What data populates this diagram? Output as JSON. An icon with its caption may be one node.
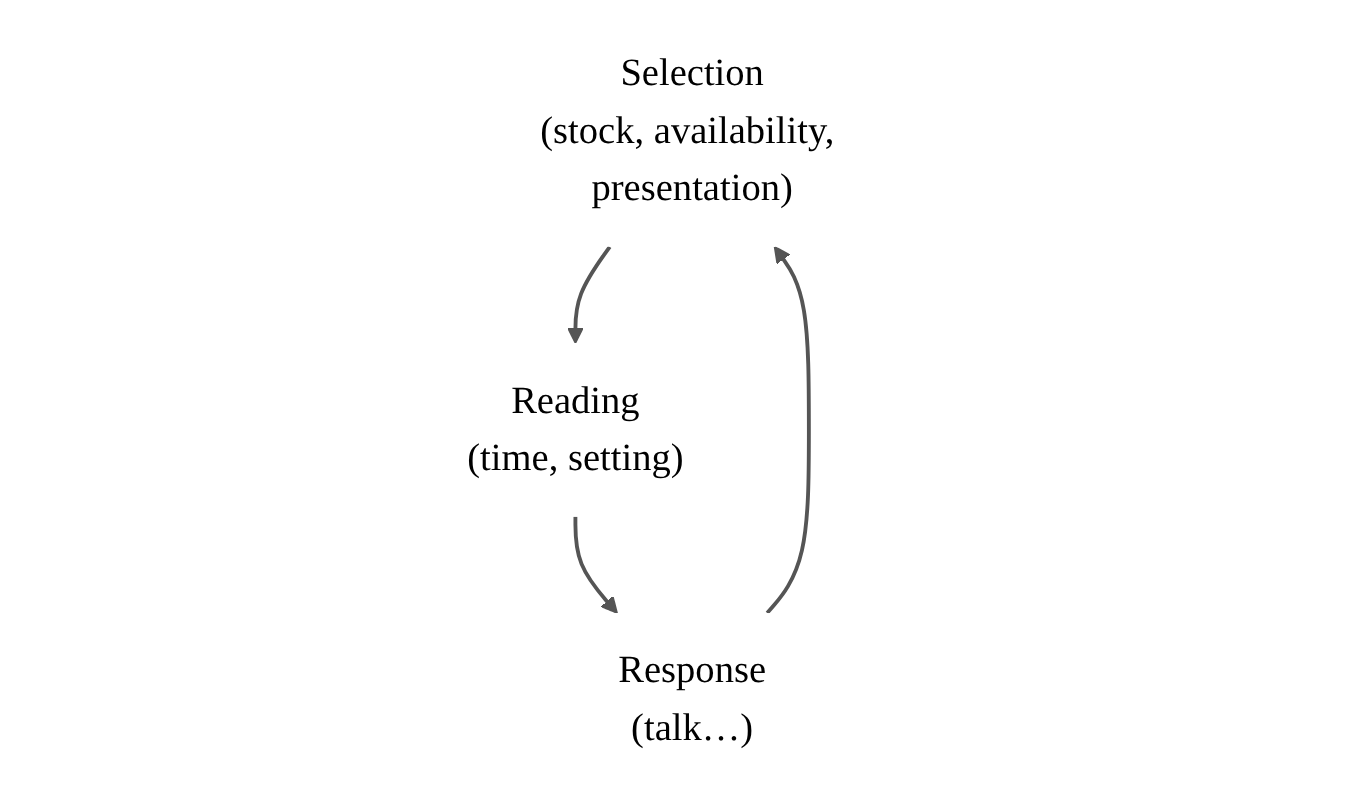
{
  "diagram": {
    "nodes": [
      {
        "text": [
          "Selection",
          "(stock, availability, presentation)"
        ]
      },
      {
        "text": [
          "Reading",
          "(time, setting)"
        ]
      },
      {
        "text": [
          "Response",
          "(talk…)"
        ]
      }
    ],
    "edges": [
      {
        "from": 0,
        "to": 1,
        "arrow": "to"
      },
      {
        "from": 1,
        "to": 2,
        "arrow": "to"
      },
      {
        "from": 2,
        "to": 0,
        "arrow": "to"
      }
    ]
  }
}
